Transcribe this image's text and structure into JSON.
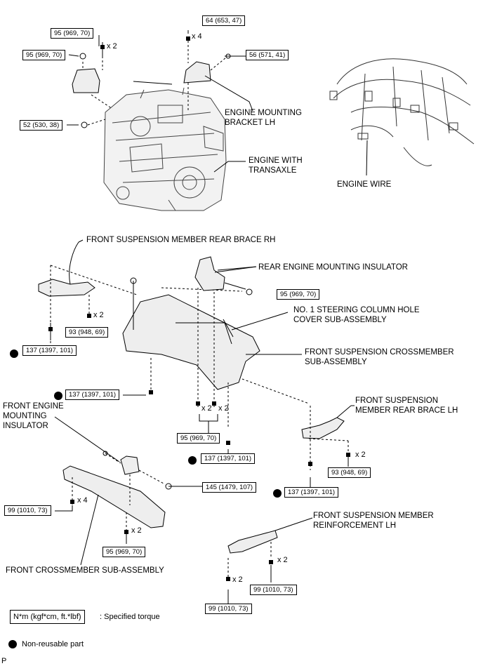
{
  "labels": {
    "engine_mounting_bracket_lh": "ENGINE MOUNTING\nBRACKET LH",
    "engine_with_transaxle": "ENGINE WITH\nTRANSAXLE",
    "engine_wire": "ENGINE WIRE",
    "front_susp_member_rear_brace_rh": "FRONT SUSPENSION MEMBER REAR BRACE RH",
    "rear_engine_mounting_insulator": "REAR ENGINE MOUNTING INSULATOR",
    "no1_steering_column_hole_cover": "NO. 1 STEERING COLUMN HOLE\nCOVER SUB-ASSEMBLY",
    "front_susp_crossmember": "FRONT SUSPENSION CROSSMEMBER\nSUB-ASSEMBLY",
    "front_engine_mounting_insulator": "FRONT ENGINE\nMOUNTING\nINSULATOR",
    "front_susp_member_rear_brace_lh": "FRONT SUSPENSION\nMEMBER REAR BRACE LH",
    "front_crossmember": "FRONT CROSSMEMBER SUB-ASSEMBLY",
    "front_susp_member_reinforcement_lh": "FRONT SUSPENSION MEMBER\nREINFORCEMENT LH"
  },
  "torques": {
    "t64": "64 (653, 47)",
    "t95_top": "95 (969, 70)",
    "t95_left": "95 (969, 70)",
    "t56": "56 (571, 41)",
    "t52": "52 (530, 38)",
    "t95_rear_ins": "95 (969, 70)",
    "t93_rh": "93 (948, 69)",
    "t137_rh": "137 (1397, 101)",
    "t137_mid": "137 (1397, 101)",
    "t95_center": "95 (969, 70)",
    "t137_center": "137 (1397, 101)",
    "t93_lh": "93 (948, 69)",
    "t137_lh": "137 (1397, 101)",
    "t145": "145 (1479, 107)",
    "t99_left": "99 (1010, 73)",
    "t95_bottom": "95 (969, 70)",
    "t99_reinf_r": "99 (1010, 73)",
    "t99_reinf_l": "99 (1010, 73)"
  },
  "multipliers": {
    "x4_top": "x 4",
    "x2_top": "x 2",
    "x2_rh": "x 2",
    "x2_c1": "x 2",
    "x2_c2": "x 2",
    "x2_lh": "x 2",
    "x4_fc": "x 4",
    "x2_fc": "x 2",
    "x2_reinf_r": "x 2",
    "x2_reinf_l": "x 2"
  },
  "legend": {
    "torque_unit": "N*m (kgf*cm, ft.*lbf)",
    "torque_desc": ": Specified torque",
    "nonreusable": "Non-reusable part"
  },
  "corner_mark": "P"
}
